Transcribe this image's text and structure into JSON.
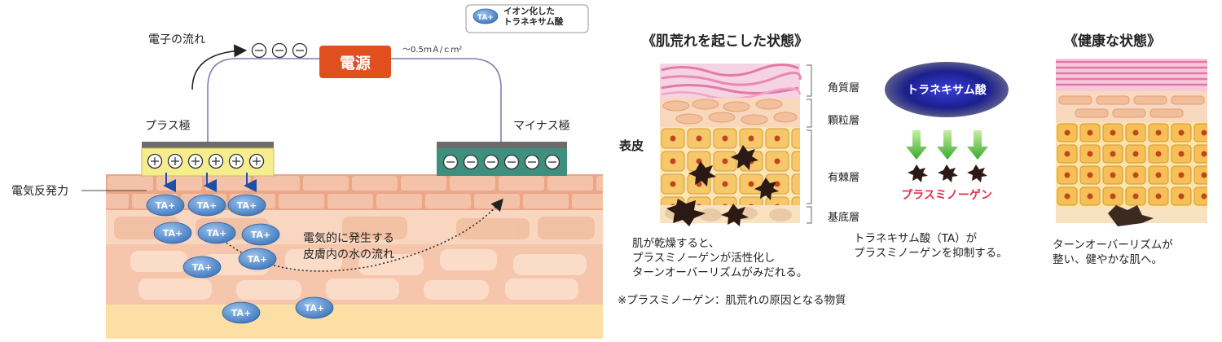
{
  "left_panel": {
    "electron_flow_label": "電子の流れ",
    "power_source_label": "電源",
    "current_label": "～0.5ｍＡ/ｃｍ²",
    "plus_electrode_label": "プラス極",
    "minus_electrode_label": "マイナス極",
    "repulsion_label": "電気反発力",
    "water_flow_line1": "電気的に発生する",
    "water_flow_line2": "皮膚内の水の流れ",
    "ion_badge_text": "TA+",
    "legend_line1": "イオン化した",
    "legend_line2": "トラネキサム酸",
    "colors": {
      "power": "#e14e1f",
      "plus": "#f6ee8e",
      "minus": "#3f8f7f",
      "ion": "#4f86c8",
      "skin_dark": "#e8a98c",
      "skin_light": "#f7cfb6"
    }
  },
  "right_panel": {
    "rough_title": "《肌荒れを起こした状態》",
    "healthy_title": "《健康な状態》",
    "epidermis_label": "表皮",
    "layers": [
      "角質層",
      "顆粒層",
      "有棘層",
      "基底層"
    ],
    "ta_cloud_label": "トラネキサム酸",
    "plasmin_label": "プラスミノーゲン",
    "rough_desc": [
      "肌が乾燥すると、",
      "プラスミノーゲンが活性化し",
      "ターンオーバーリズムがみだれる。"
    ],
    "ta_desc": [
      "トラネキサム酸（TA）が",
      "プラスミノーゲンを抑制する。"
    ],
    "healthy_desc": [
      "ターンオーバーリズムが",
      "整い、健やかな肌へ。"
    ],
    "footnote": "※プラスミノーゲン：肌荒れの原因となる物質"
  }
}
